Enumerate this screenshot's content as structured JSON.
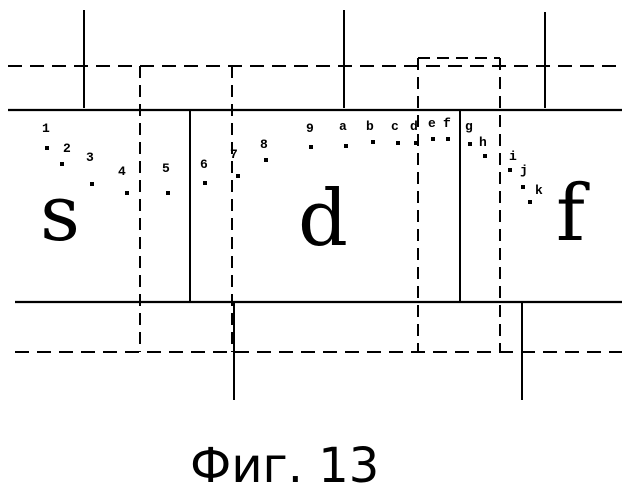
{
  "letters": [
    "s",
    "d",
    "f"
  ],
  "point_labels": [
    "1",
    "2",
    "3",
    "4",
    "5",
    "6",
    "7",
    "8",
    "9",
    "a",
    "b",
    "c",
    "d",
    "e",
    "f",
    "g",
    "h",
    "i",
    "j",
    "k"
  ],
  "caption": "Фиг. 13"
}
